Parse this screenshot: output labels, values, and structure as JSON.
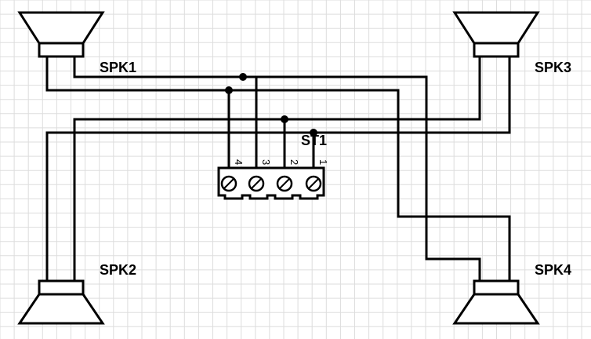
{
  "labels": {
    "spk1": "SPK1",
    "spk2": "SPK2",
    "spk3": "SPK3",
    "spk4": "SPK4",
    "st1": "ST1"
  },
  "terminal": {
    "pins": [
      "4",
      "3",
      "2",
      "1"
    ]
  },
  "colors": {
    "wire": "#000000",
    "grid": "#dddddd",
    "background": "#ffffff"
  }
}
